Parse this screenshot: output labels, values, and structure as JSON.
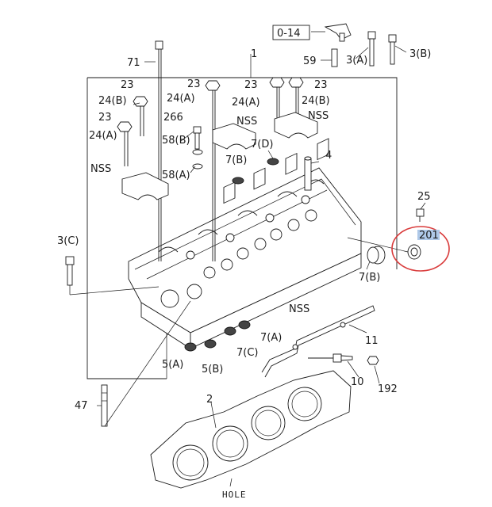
{
  "diagram": {
    "ref_box": "0-14",
    "hole_label": "HOLE",
    "highlight_label": "201",
    "highlight_color": "#d93a3a",
    "highlight_fill": "#aec8e8",
    "callouts": {
      "c71": "71",
      "c1": "1",
      "c59": "59",
      "c3a_top": "3(A)",
      "c3b_top": "3(B)",
      "c23_a": "23",
      "c24b_a": "24(B)",
      "c23_b": "23",
      "c24a_b": "24(A)",
      "c23_c": "23",
      "c24a_c": "24(A)",
      "c23_d": "23",
      "c24b_d": "24(B)",
      "c23_e": "23",
      "c24a_e": "24(A)",
      "c266": "266",
      "c58b": "58(B)",
      "c58a": "58(A)",
      "nss_1": "NSS",
      "nss_2": "NSS",
      "nss_3": "NSS",
      "nss_4": "NSS",
      "c7d": "7(D)",
      "c7b_a": "7(B)",
      "c4": "4",
      "c25": "25",
      "c3c": "3(C)",
      "c7b_b": "7(B)",
      "c11": "11",
      "c7a": "7(A)",
      "c7c": "7(C)",
      "c5a": "5(A)",
      "c5b": "5(B)",
      "c10": "10",
      "c192": "192",
      "c47": "47",
      "c2": "2"
    }
  }
}
